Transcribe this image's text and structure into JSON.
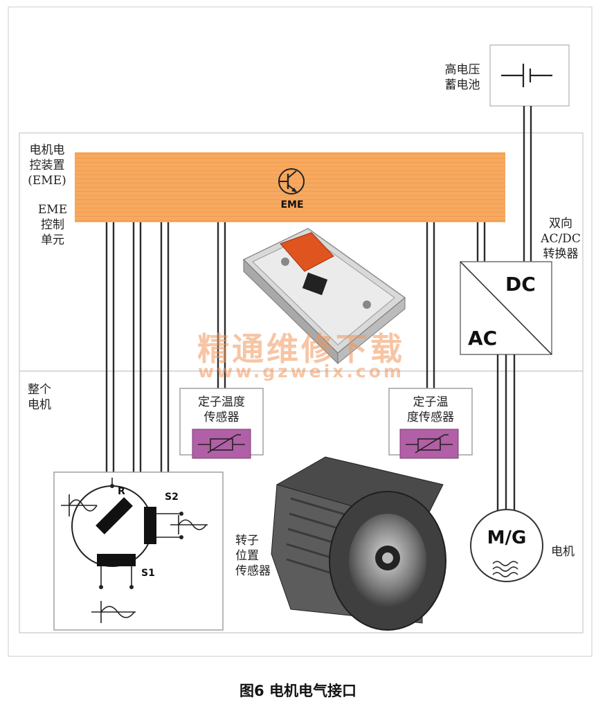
{
  "labels": {
    "hv_battery": "高电压\n蓄电池",
    "eme_name": "电机电\n控装置\n(EME)",
    "eme_unit": "EME\n控制\n单元",
    "eme_chip": "EME",
    "converter_name": "双向\nAC/DC\n转换器",
    "dc": "DC",
    "ac": "AC",
    "whole_motor": "整个\n电机",
    "stator_sensor_left": "定子温度\n传感器",
    "stator_sensor_right": "定子温\n度传感器",
    "rotor_sensor": "转子\n位置\n传感器",
    "resolver_r": "R",
    "resolver_s1": "S1",
    "resolver_s2": "S2",
    "mg": "M/G",
    "motor": "电机"
  },
  "watermark": {
    "line1": "精通维修下载",
    "line2": "www.gzweix.com"
  },
  "caption": "图6 电机电气接口",
  "colors": {
    "eme_band": "#f6a960",
    "thermistor": "#b15fa6",
    "wire": "#2b2b2b",
    "zone_border": "#c8c8c8",
    "watermark": "#f0965a"
  },
  "icons": [
    "transistor-icon",
    "battery-symbol-icon",
    "thermistor-icon",
    "sine-wave-icon",
    "tilde-wave-icon"
  ]
}
